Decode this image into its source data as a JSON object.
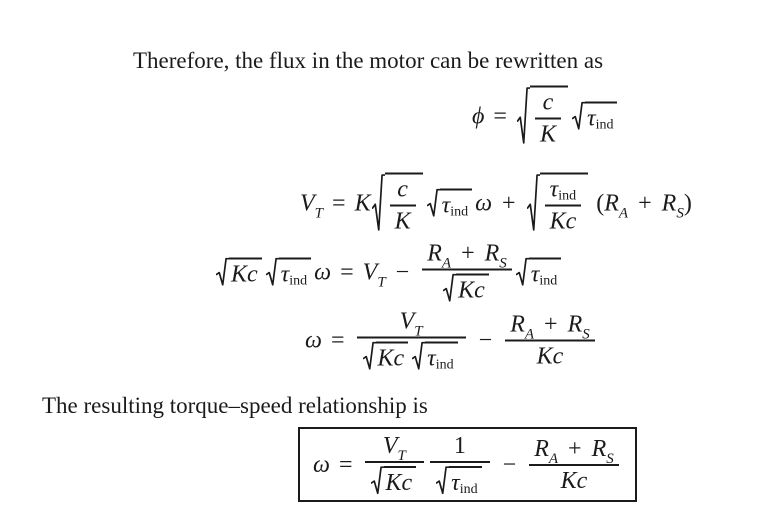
{
  "page": {
    "background": "#ffffff",
    "text_color": "#1b1b1b"
  },
  "text": {
    "intro": "Therefore, the flux in the motor can be rewritten as",
    "result": "The resulting torque–speed relationship is"
  },
  "sym": {
    "phi": "ϕ",
    "equals": "=",
    "plus": "+",
    "minus": "−",
    "omega": "ω",
    "tau": "τ",
    "ind": "ind",
    "c": "c",
    "K": "K",
    "Kc": "Kc",
    "V": "V",
    "T": "T",
    "R": "R",
    "A": "A",
    "S": "S",
    "one": "1",
    "lparen": "(",
    "rparen": ")"
  },
  "equations": {
    "flux": "ϕ = √(c/K) · √(τ_ind)",
    "terminal_voltage": "V_T = K·√(c/K)·√(τ_ind)·ω + √(τ_ind/(Kc))·(R_A + R_S)",
    "rearranged": "√(Kc)·√(τ_ind)·ω = V_T − ((R_A + R_S)/√(Kc))·√(τ_ind)",
    "omega": "ω = V_T/(√(Kc)·√(τ_ind)) − (R_A + R_S)/(Kc)",
    "boxed_result": "ω = (V_T/√(Kc))·(1/√(τ_ind)) − (R_A + R_S)/(Kc)"
  }
}
